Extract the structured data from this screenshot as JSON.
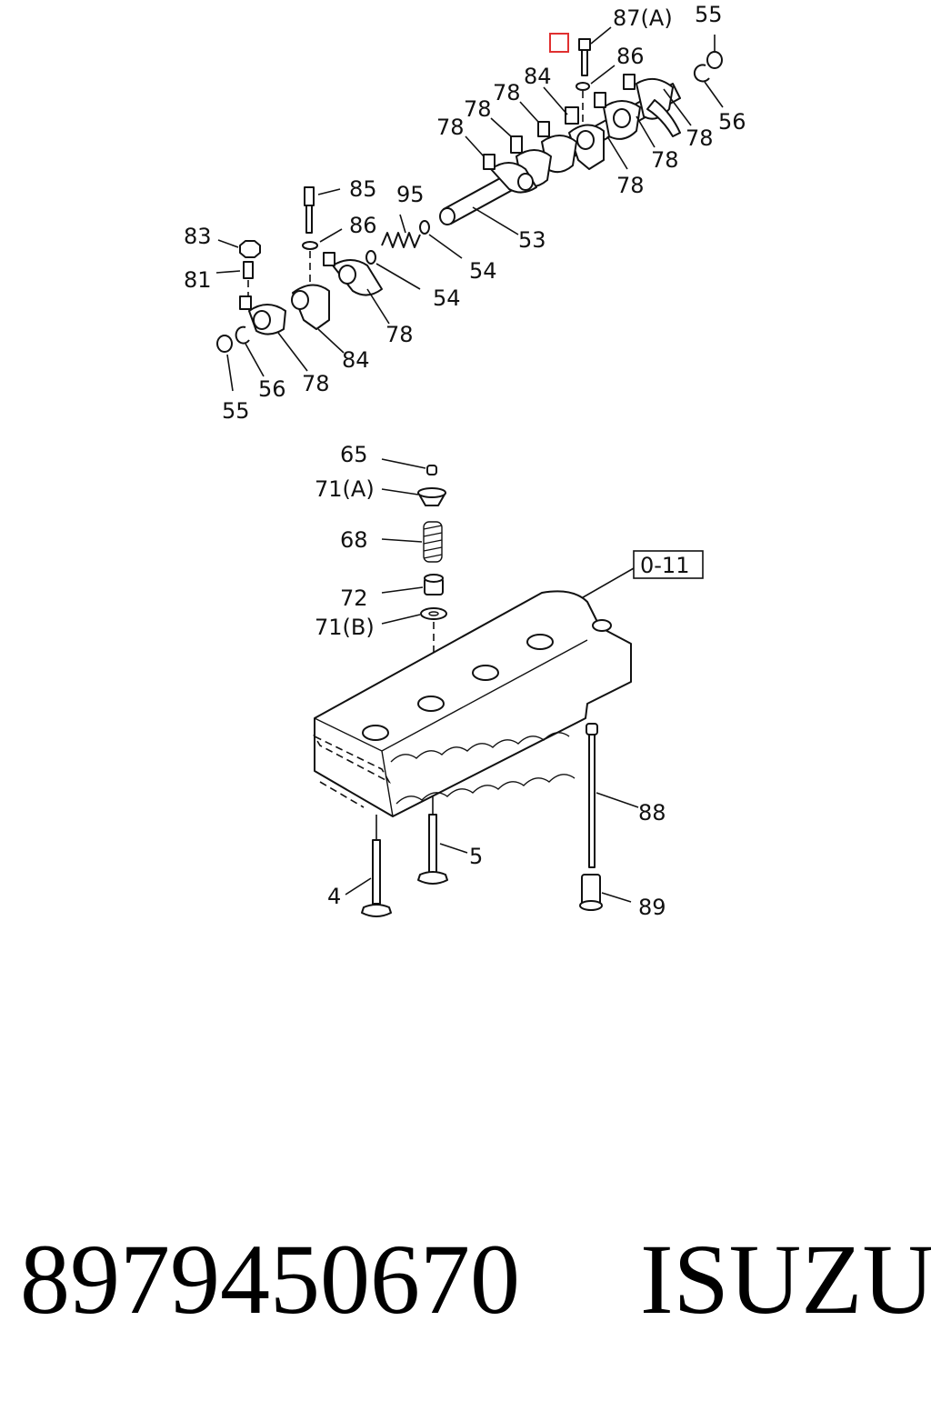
{
  "diagram": {
    "callouts": {
      "c87a": "87(A)",
      "c55top": "55",
      "c86top": "86",
      "c84top": "84",
      "c78a": "78",
      "c78b": "78",
      "c78c": "78",
      "c56top": "56",
      "c78d": "78",
      "c78e": "78",
      "c78f": "78",
      "c85": "85",
      "c95": "95",
      "c86mid": "86",
      "c83": "83",
      "c53": "53",
      "c81": "81",
      "c54a": "54",
      "c54b": "54",
      "c78g": "78",
      "c84bot": "84",
      "c56bot": "56",
      "c78h": "78",
      "c55bot": "55",
      "c65": "65",
      "c71a": "71(A)",
      "c68": "68",
      "c72": "72",
      "c71b": "71(B)",
      "c011": "0-11",
      "c88": "88",
      "c5": "5",
      "c4": "4",
      "c89": "89"
    },
    "marker_color": "#e03030"
  },
  "footer": {
    "part_number": "8979450670",
    "brand": "ISUZU"
  }
}
